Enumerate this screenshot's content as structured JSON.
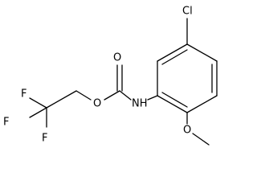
{
  "molecule": {
    "atoms": {
      "cl": "Cl",
      "nh": "NH",
      "o_carbonyl": "O",
      "o_ester": "O",
      "o_methoxy": "O",
      "f1": "F",
      "f2": "F",
      "f3": "F"
    }
  }
}
